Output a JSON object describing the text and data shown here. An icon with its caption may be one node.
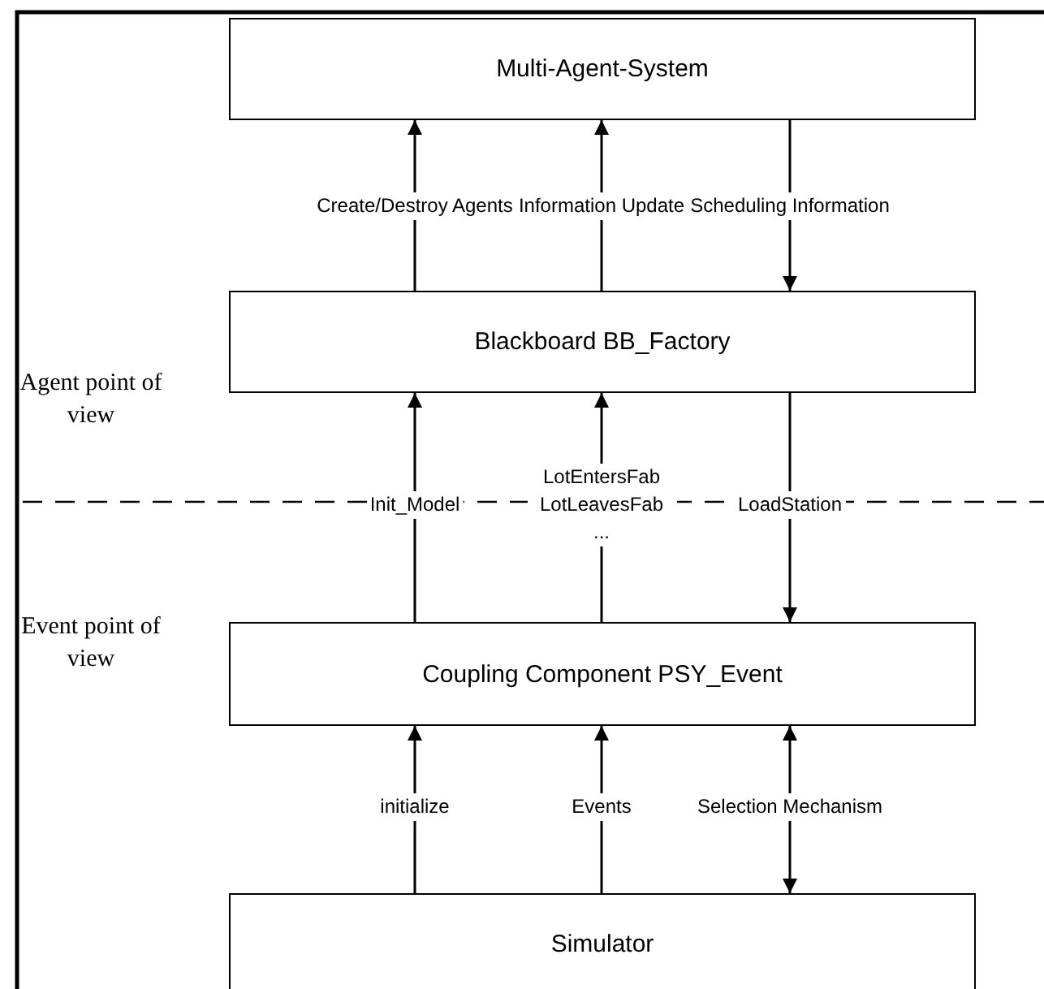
{
  "diagram": {
    "nodes": [
      {
        "text": [
          "Multi-Agent-System"
        ]
      },
      {
        "text": [
          "Blackboard BB_Factory"
        ]
      },
      {
        "text": [
          "Coupling Component PSY_Event"
        ]
      },
      {
        "text": [
          "Simulator"
        ]
      }
    ],
    "edges": [
      {
        "from": 1,
        "to": 0,
        "arrow": "to",
        "label": "Create/Destroy Agents"
      },
      {
        "from": 1,
        "to": 0,
        "arrow": "to",
        "label": "Information Update"
      },
      {
        "from": 0,
        "to": 1,
        "arrow": "to",
        "label": "Scheduling Information"
      },
      {
        "from": 2,
        "to": 1,
        "arrow": "to",
        "label": "Init_Model"
      },
      {
        "from": 2,
        "to": 1,
        "arrow": "to",
        "label": "LotEntersFab LotLeavesFab ..."
      },
      {
        "from": 1,
        "to": 2,
        "arrow": "to",
        "label": "LoadStation"
      },
      {
        "from": 3,
        "to": 2,
        "arrow": "to",
        "label": "initialize"
      },
      {
        "from": 3,
        "to": 2,
        "arrow": "to",
        "label": "Events"
      },
      {
        "from": 3,
        "to": 2,
        "arrow": "both",
        "label": "Selection Mechanism"
      }
    ],
    "labels": [
      "Agent point of view",
      "Event point of view"
    ]
  }
}
